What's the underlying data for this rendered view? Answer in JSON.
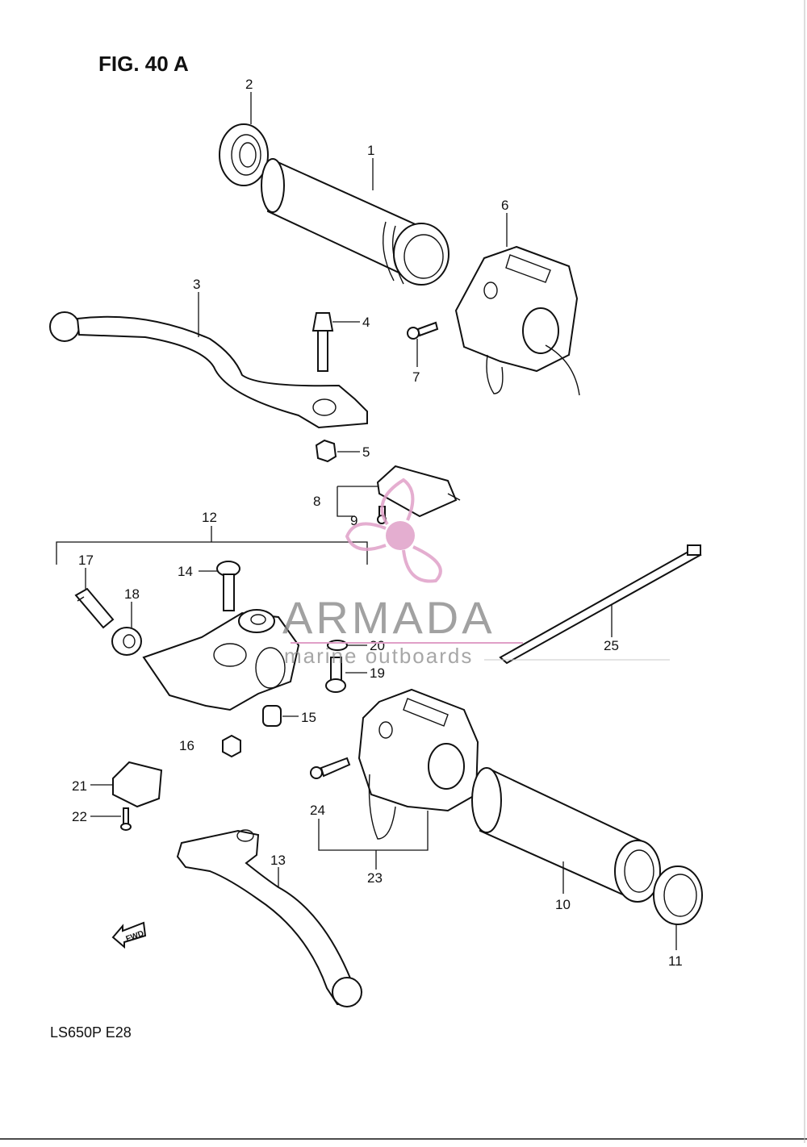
{
  "figure_title": "FIG. 40 A",
  "footer_code": "LS650P  E28",
  "fwd_label": "FWD",
  "watermark": {
    "brand": "ARMADA",
    "tagline": "marine outboards",
    "color": "#e0a0c8"
  },
  "callouts": {
    "c1": "1",
    "c2": "2",
    "c3": "3",
    "c4": "4",
    "c5": "5",
    "c6": "6",
    "c7": "7",
    "c8": "8",
    "c9": "9",
    "c10": "10",
    "c11": "11",
    "c12": "12",
    "c13": "13",
    "c14": "14",
    "c15": "15",
    "c16": "16",
    "c17": "17",
    "c18": "18",
    "c19": "19",
    "c20": "20",
    "c21": "21",
    "c22": "22",
    "c23": "23",
    "c24": "24",
    "c25": "25"
  }
}
